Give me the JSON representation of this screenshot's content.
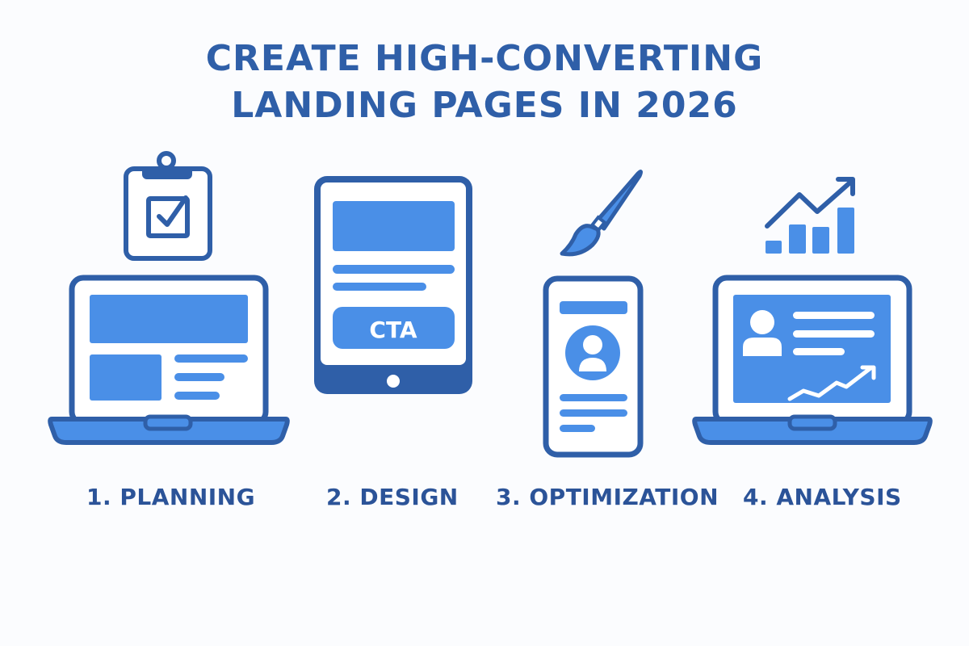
{
  "header": {
    "title_line1": "CREATE HIGH-CONVERTING",
    "title_line2": "LANDING PAGES IN 2026"
  },
  "colors": {
    "primary_dark": "#2f5fa8",
    "primary_light": "#4a8fe7",
    "label_text": "#2b5398",
    "background": "#fbfcfe"
  },
  "steps": [
    {
      "label": "1. PLANNING",
      "top_icon": "clipboard-check-icon",
      "device": "laptop",
      "screen_content": [
        "banner-block",
        "image-block",
        "text-lines"
      ]
    },
    {
      "label": "2. DESIGN",
      "top_icon": null,
      "device": "tablet",
      "screen_content": [
        "banner-block",
        "text-lines",
        "cta-button"
      ],
      "cta_label": "CTA"
    },
    {
      "label": "3. OPTIMIZATION",
      "top_icon": "paintbrush-icon",
      "device": "phone",
      "screen_content": [
        "header-bar",
        "avatar-circle",
        "text-lines"
      ]
    },
    {
      "label": "4. ANALYSIS",
      "top_icon": "bar-chart-trend-icon",
      "device": "laptop",
      "screen_content": [
        "user-icon",
        "text-lines",
        "trend-line"
      ]
    }
  ]
}
